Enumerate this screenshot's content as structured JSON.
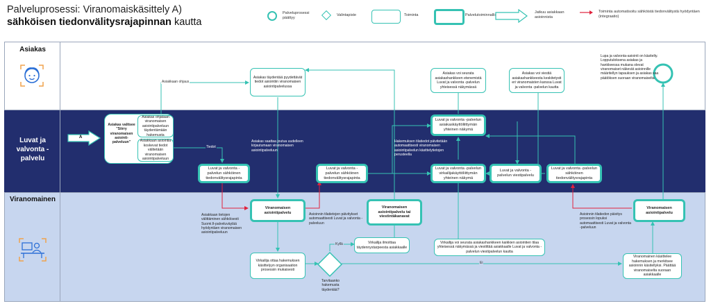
{
  "title": {
    "line1": "Palveluprosessi: Viranomaiskäsittely A)",
    "line2_bold": "sähköisen tiedonvälitysrajapinnan",
    "line2_rest": " kautta"
  },
  "legend": {
    "end": "Palveluprosessi päättyy",
    "decision": "Valintapiste",
    "action": "Toiminta",
    "feature": "Palvelutoiminnallisuus",
    "continues": "Jatkuu asiakkaan asioinnista",
    "automated": "Toiminta automatisoitu sähköistä tiedonvälitystä hyödyntäen (integraatio)"
  },
  "lanes": {
    "asiakas": "Asiakas",
    "luvat_l1": "Luvat ja",
    "luvat_l2": "valvonta -",
    "luvat_l3": "palvelu",
    "viranomainen": "Viranomainen"
  },
  "start_arrow": "A",
  "nodes": {
    "asiakas_taydentaa": "Asiakas täydentää pyydettävät tiedot asiointiin viranomaisen asiointipalvelussa",
    "asiakas_seurata": "Asiakas voi seurata asiakashankkeen etenemistä Luvat ja valvonta -palvelun yhteisessä näkymässä",
    "asiakas_viestia": "Asiakas voi viestiä asiakashankkeesta keskitetysti eri viranomaisten kanssa Luvat ja valvonta -palvelun kautta",
    "asiakas_valitsee": "Asiakas valitsee \"Siirry viranomaisen asiointi-palveluun\"",
    "ohjataan": "Asiakas ohjataan viranomaisen asiointipalveluun täydentämään hakemusta",
    "valitetaan": "Asiakkaan asiointia koskevat tiedot välitetään viranomaisen asiointipalveluun",
    "rajapinta1": "Luvat ja valvonta -palvelun sähköinen tiedonvälitysrajapinta",
    "rajapinta2": "Luvat ja valvonta -palvelun sähköinen tiedonvälitysrajapinta",
    "asiakaskayttoliittyma": "Luvat ja valvonta -palvelun asiakaskäyttöliittymän yhteinen näkymä",
    "virkailija_nakyma": "Luvat ja valvonta -palvelun virkailijakäyttöliittymän yhteinen näkymä",
    "viestipalvelu": "Luvat ja valvonta -palvelun viestipalvelu",
    "rajapinta3": "Luvat ja valvonta -palvelun sähköinen tiedonvälitysrajapinta",
    "vir_asiointi": "Viranomaisen asiointipalvelu",
    "vir_viesti": "Viranomaisen asiointipalvelu tai viestintäkanavat",
    "vir_asiointi2": "Viranomaisen asiointipalvelu",
    "virkailija_ottaa": "Virkailija ottaa hakemuksen käsittelyyn organisaation prosessin mukaisesti",
    "virkailija_ilmoittaa": "Virkailija ilmoittaa täydennystarpeesta asiakkaalle",
    "virkailija_seurata": "Virkailija voi seurata asiakashankkeen kaikkien asiointien tilaa yhteisessä näkymässä ja viestittää asiakkaalle Luvat ja valvonta -palvelun viestipalvelun kautta",
    "kasittelee": "Viranomainen käsittelee hakemuksen ja merkitsee asioinnin käsitellyksi. Päättää viranomaiselta suoraan asiakkaalle"
  },
  "notes": {
    "ohjaus": "Asiakkaan ohjaus",
    "tiedot": "Tiedot",
    "saattaa": "Asiakas saattaa joutua uudelleen kirjautumaan viranomaisen asiointipalveluun",
    "hakemuksen_tilatiedot": "Hakemuksen tilatiedot päivitetään automaattisesti viranomaisen asiointipalvelun käsittelytietojen perusteella",
    "asiakkaan_tietojen": "Asiakkaan tietojen välittäminen sähköisesti Suomi.fi-palveluväylää hyödyntäen viranomaisen asiointipalveluun",
    "asioinnin_paivittyvat": "Asioinnin tilatietojen päivitykset automaattisesti Luvat ja valvonta -palveluun",
    "asioinnin_paivitys": "Asioinnin tilatiedon päivitys prosessin lopuksi automaattisesti Luvat ja valvonta -palveluun",
    "lupa": "Lupa ja valvonta-asiointi on käsitelty. Lopputuloksena asiakas ja hankkeessa mukana olevat viranomaiset näkevät asioinnille määritellyn tapauksen ja asiakas saa päätöksen suoraan viranomaiselta",
    "kylla": "Kyllä",
    "ei": "Ei",
    "tarvitaanko": "Tarvitaanko hakemusta täydentää?"
  },
  "colors": {
    "teal": "#35c2b3",
    "navy": "#222e6e",
    "lane_blue": "#c7d6ef",
    "red": "#e0213c"
  },
  "icons": [
    "customer-face-icon",
    "official-desk-icon"
  ]
}
